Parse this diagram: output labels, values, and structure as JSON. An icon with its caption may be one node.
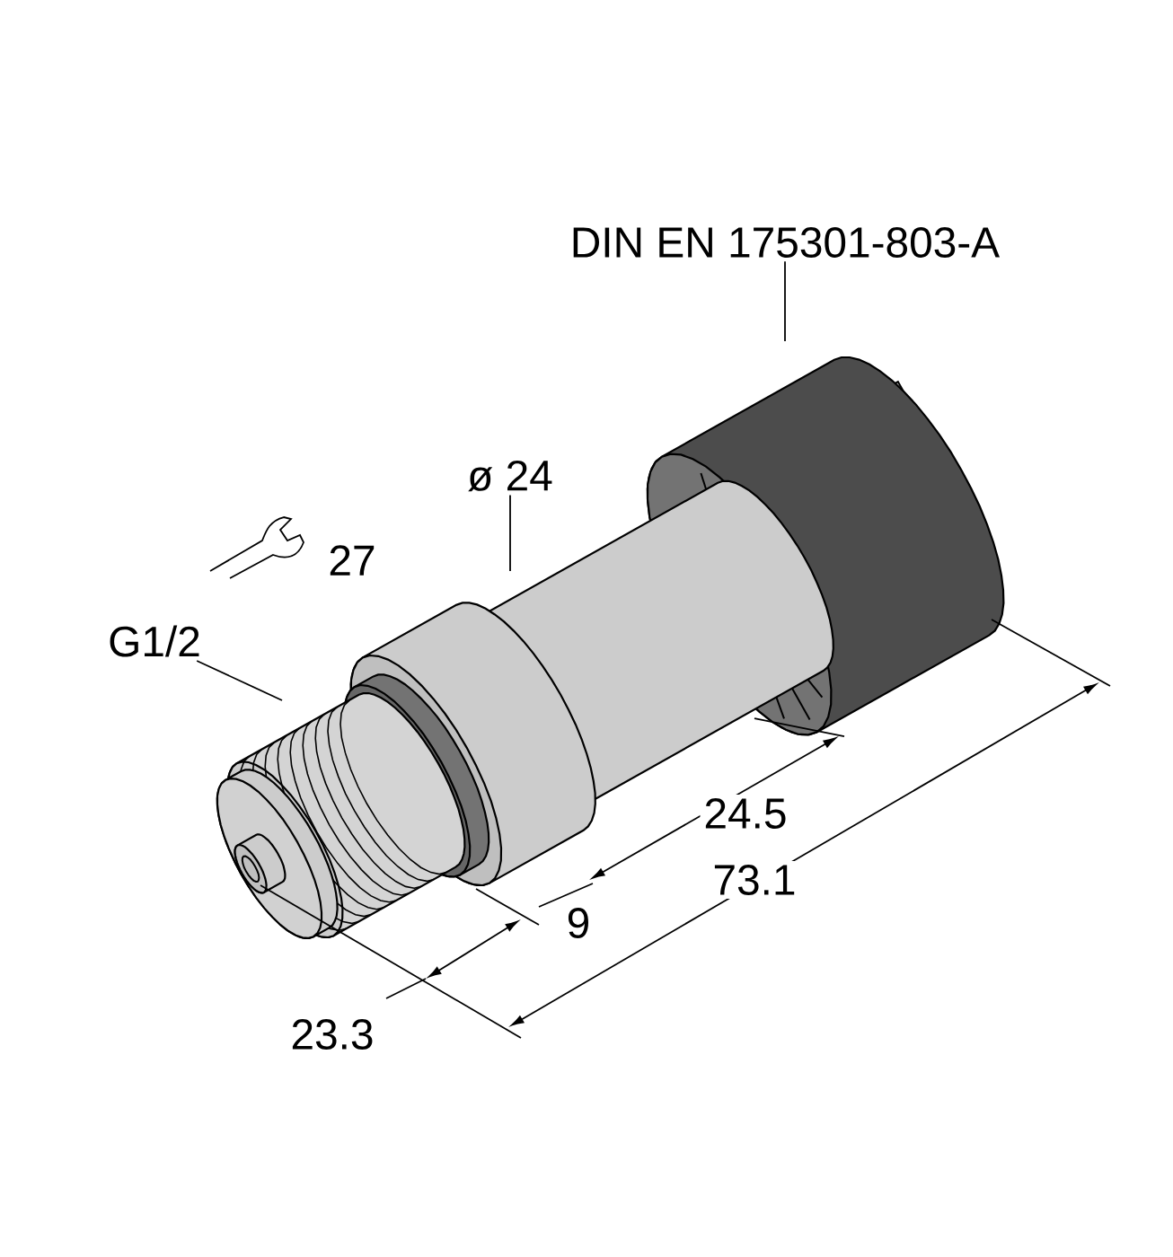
{
  "diagram": {
    "nodes": [
      {
        "text": [
          "DIN EN 175301-803-A"
        ]
      },
      {
        "text": [
          "ø 24"
        ]
      },
      {
        "text": [
          "G1/2"
        ]
      }
    ],
    "edges": [
      {
        "from": 0,
        "to": null,
        "arrow": "none"
      },
      {
        "from": 1,
        "to": null,
        "arrow": "none"
      },
      {
        "from": 2,
        "to": null,
        "arrow": "none"
      }
    ],
    "labels": [
      "27",
      "24.5",
      "73.1",
      "9",
      "23.3"
    ]
  }
}
